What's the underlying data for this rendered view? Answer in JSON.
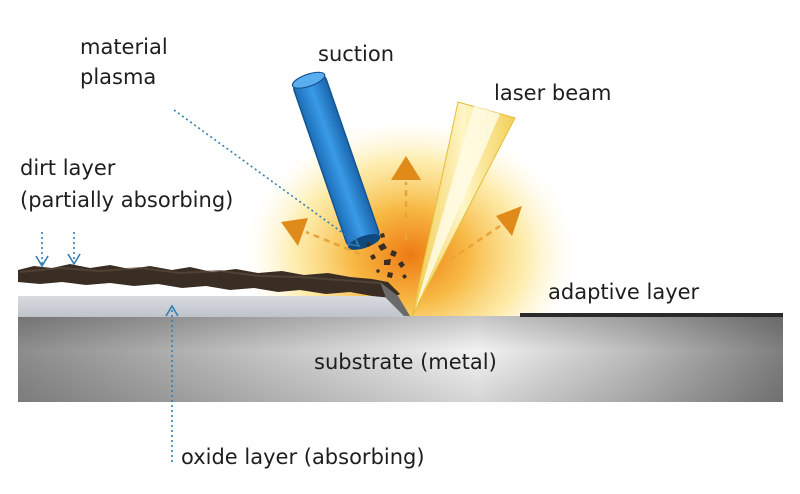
{
  "labels": {
    "material_plasma_line1": "material",
    "material_plasma_line2": "plasma",
    "suction": "suction",
    "laser_beam": "laser beam",
    "dirt_layer_line1": "dirt layer",
    "dirt_layer_line2": "(partially absorbing)",
    "adaptive_layer": "adaptive layer",
    "substrate": "substrate (metal)",
    "oxide_layer": "oxide layer (absorbing)"
  },
  "colors": {
    "suction_tube": "#2a86d6",
    "laser_beam": "#f6d95a",
    "glow_core": "#f08a1c",
    "glow_outer": "#fbe27a",
    "arrow": "#e08a1a",
    "dirt": "#3a2e24",
    "oxide": "#c9cdd4",
    "substrate_dark": "#8a8a8a",
    "substrate_light": "#ededed",
    "pointer": "#2f7fb5"
  }
}
